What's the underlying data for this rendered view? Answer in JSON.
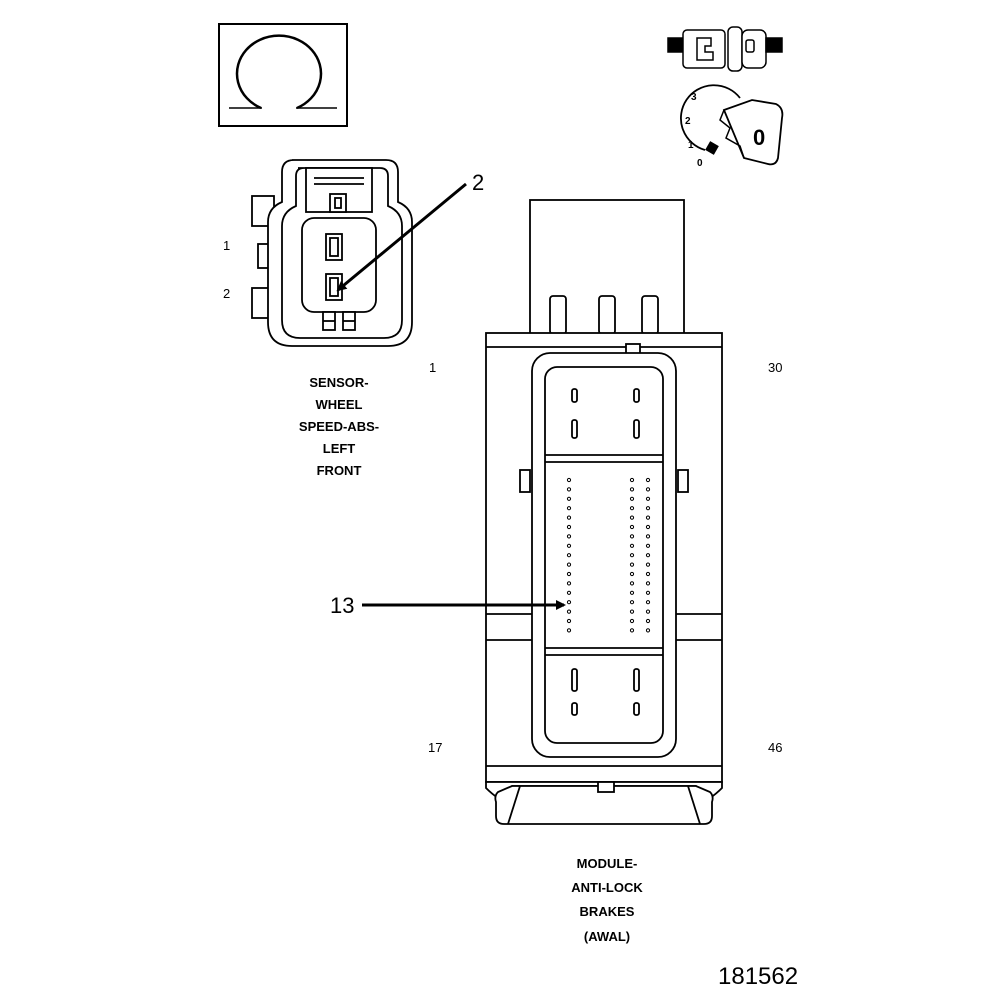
{
  "sensor": {
    "pin_1": "1",
    "pin_2": "2",
    "caption": [
      "SENSOR-",
      "WHEEL",
      "SPEED-ABS-",
      "LEFT",
      "FRONT"
    ]
  },
  "module": {
    "pin_top_left": "1",
    "pin_top_right": "30",
    "pin_bottom_left": "17",
    "pin_bottom_right": "46",
    "caption": [
      "MODULE-",
      "ANTI-LOCK",
      "BRAKES",
      "(AWAL)"
    ]
  },
  "callouts": {
    "sensor_callout": "2",
    "module_callout": "13"
  },
  "key_icon": {
    "positions": [
      "3",
      "2",
      "1",
      "0"
    ],
    "key_label": "0"
  },
  "figure_id": "181562",
  "colors": {
    "line": "#000000",
    "background": "#ffffff"
  }
}
